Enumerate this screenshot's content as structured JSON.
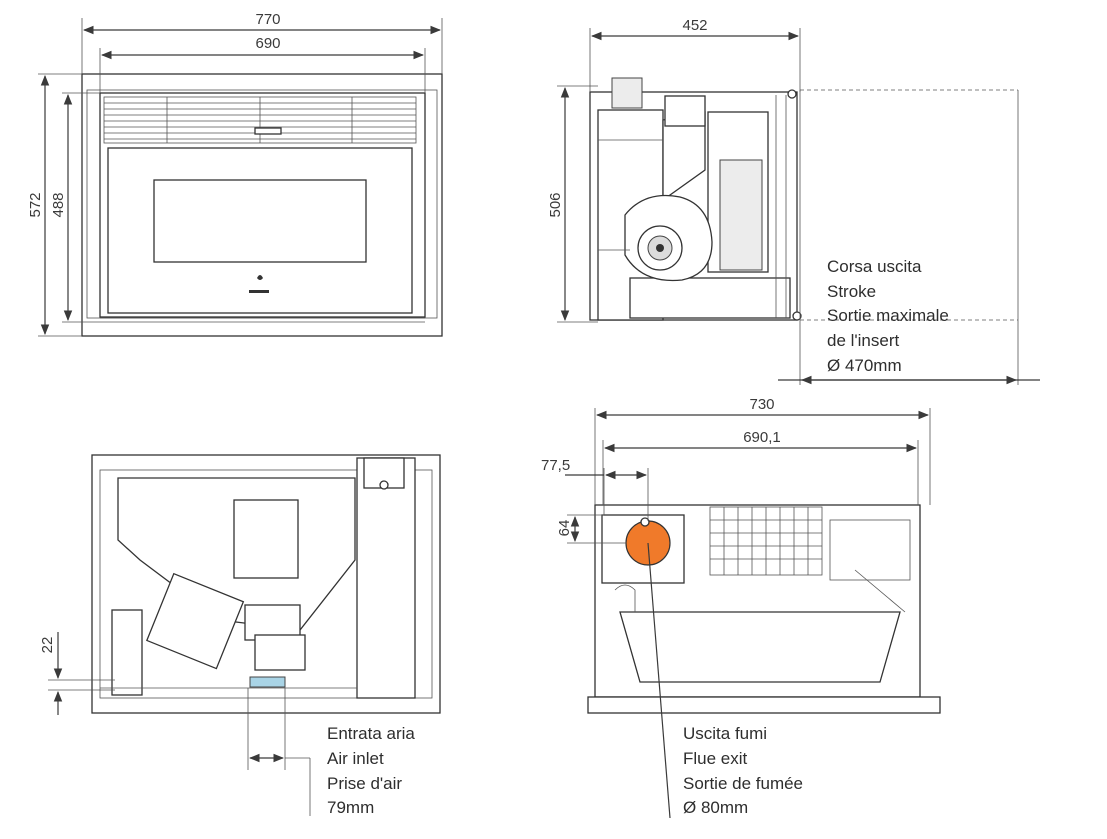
{
  "front_view": {
    "dim_overall_width": "770",
    "dim_inner_width": "690",
    "dim_overall_height": "572",
    "dim_inner_height": "488"
  },
  "side_view": {
    "dim_depth": "452",
    "dim_height": "506",
    "stroke_label": {
      "line1": "Corsa uscita",
      "line2": "Stroke",
      "line3": "Sortie maximale",
      "line4": "de l'insert",
      "line5": "Ø 470mm"
    }
  },
  "rear_view": {
    "dim_offset": "22",
    "air_label": {
      "line1": "Entrata aria",
      "line2": "Air inlet",
      "line3": "Prise d'air",
      "line4": "79mm"
    }
  },
  "top_view": {
    "dim_overall_width": "730",
    "dim_inner_width": "690,1",
    "dim_flue_x": "77,5",
    "dim_flue_y": "64",
    "flue_label": {
      "line1": "Uscita fumi",
      "line2": "Flue exit",
      "line3": "Sortie de fumée",
      "line4": "Ø 80mm"
    },
    "flue_color": "#f07a2a"
  },
  "colors": {
    "line": "#3a3a3a",
    "air_inlet": "#a9d4e6"
  }
}
